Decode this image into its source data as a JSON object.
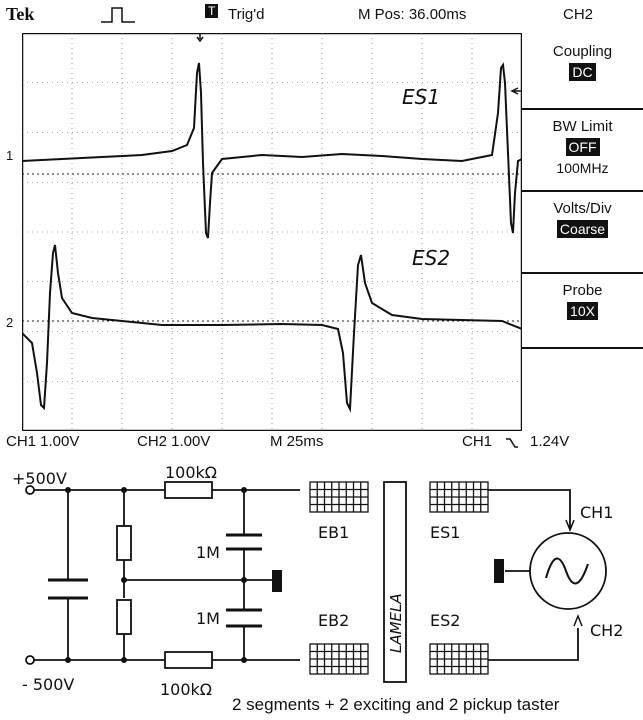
{
  "scope": {
    "brand": "Tek",
    "trigger_state": "Trig'd",
    "trigger_icon": "T",
    "m_pos": "M Pos: 36.00ms",
    "channel": "CH2",
    "menu": [
      {
        "label": "Coupling",
        "value": "DC"
      },
      {
        "label": "BW Limit",
        "value": "OFF",
        "extra": "100MHz"
      },
      {
        "label": "Volts/Div",
        "value": "Coarse"
      },
      {
        "label": "Probe",
        "value": "10X"
      }
    ],
    "status": {
      "ch1": "CH1 1.00V",
      "ch2": "CH2 1.00V",
      "time": "M 25ms",
      "trigger": "CH1",
      "trigger_level": "1.24V"
    },
    "ch1_marker": "1",
    "ch2_marker": "2",
    "trace1_label": "ES1",
    "trace2_label": "ES2"
  },
  "circuit": {
    "plus_supply": "+500V",
    "minus_supply": "- 500V",
    "resistor_top": "100kΩ",
    "resistor_bottom": "100kΩ",
    "res_1m_top": "1M",
    "res_1m_bottom": "1M",
    "eb1": "EB1",
    "eb2": "EB2",
    "lamela": "LAMELA",
    "es1": "ES1",
    "es2": "ES2",
    "ch1": "CH1",
    "ch2": "CH2"
  },
  "caption": "2 segments + 2 exciting and 2 pickup taster"
}
